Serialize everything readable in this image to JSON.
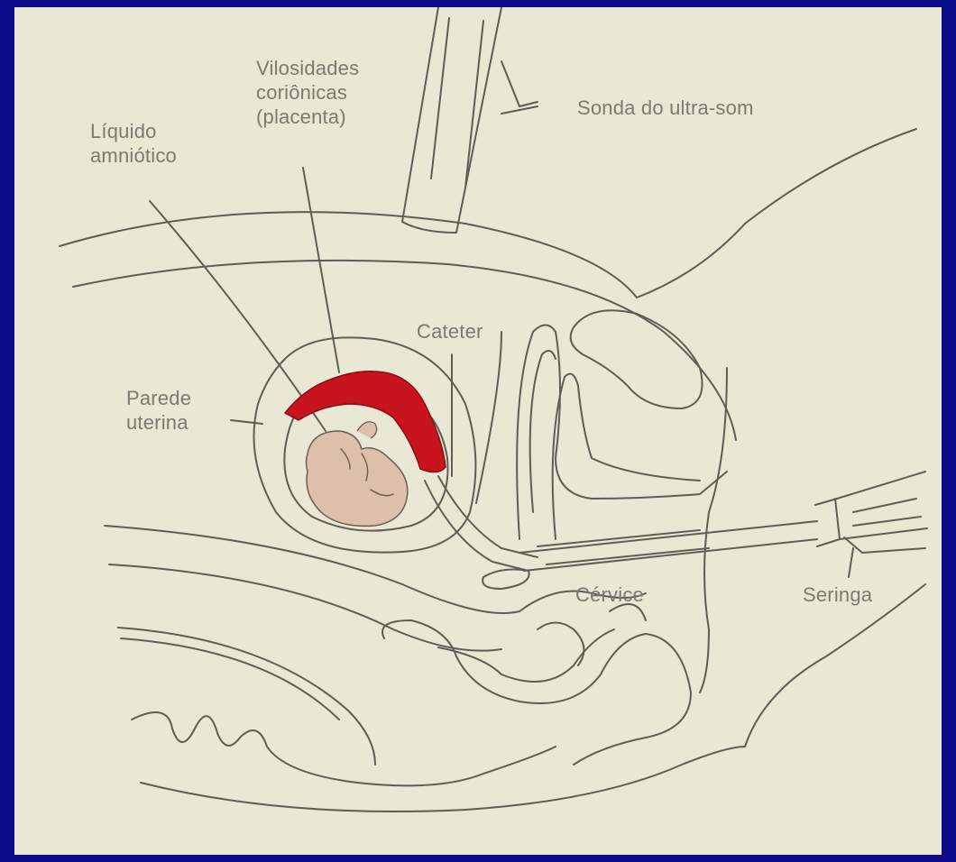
{
  "labels": {
    "vilosidades_line1": "Vilosidades",
    "vilosidades_line2": "coriônicas",
    "vilosidades_line3": "(placenta)",
    "liquido_line1": "Líquido",
    "liquido_line2": "amniótico",
    "sonda": "Sonda do ultra-som",
    "cateter": "Cateter",
    "parede_line1": "Parede",
    "parede_line2": "uterina",
    "cervice": "Cérvice",
    "seringa": "Seringa"
  },
  "colors": {
    "frame": "#0b0b8a",
    "paper": "#e9e8d4",
    "ink": "#5e5e58",
    "placenta": "#c8141e",
    "fetus": "#dcc0aa"
  }
}
